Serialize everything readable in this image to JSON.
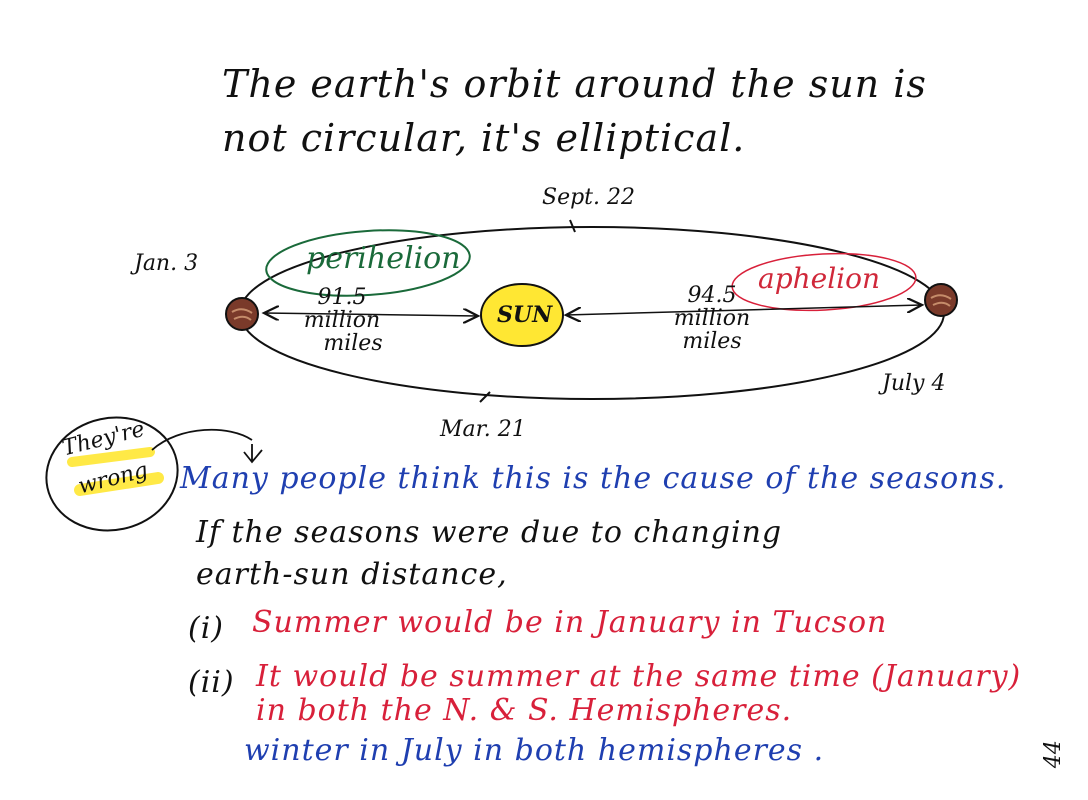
{
  "title": {
    "line1": "The earth's orbit around the sun is",
    "line2": "not circular, it's elliptical."
  },
  "diagram": {
    "dates": {
      "sept": "Sept. 22",
      "jan": "Jan. 3",
      "mar": "Mar. 21",
      "july": "July 4"
    },
    "sun_label": "SUN",
    "perihelion": "perihelion",
    "aphelion": "aphelion",
    "perihelion_distance": {
      "number": "91.5",
      "unit1": "million",
      "unit2": "miles"
    },
    "aphelion_distance": {
      "number": "94.5",
      "unit1": "million",
      "unit2": "miles"
    },
    "colors": {
      "sun_fill": "#ffe733",
      "earth_fill": "#7a3a2a",
      "green_ink": "#1a6a3a",
      "red_ink": "#d8203a",
      "blue_ink": "#1f3fb0"
    }
  },
  "callout": {
    "line1": "They're",
    "line2": "wrong"
  },
  "notes": {
    "claim": "Many people think this is the cause of the seasons.",
    "if_line1": "If the seasons were due to changing",
    "if_line2": "earth-sun distance,",
    "item1_marker": "(i)",
    "item1_text": "Summer would be in January in Tucson",
    "item2_marker": "(ii)",
    "item2_line1": "It would be summer at the same time (January)",
    "item2_line2": "in both the N. & S. Hemispheres.",
    "item2_line3": "winter in July    in both hemispheres ."
  },
  "page_number": "44"
}
